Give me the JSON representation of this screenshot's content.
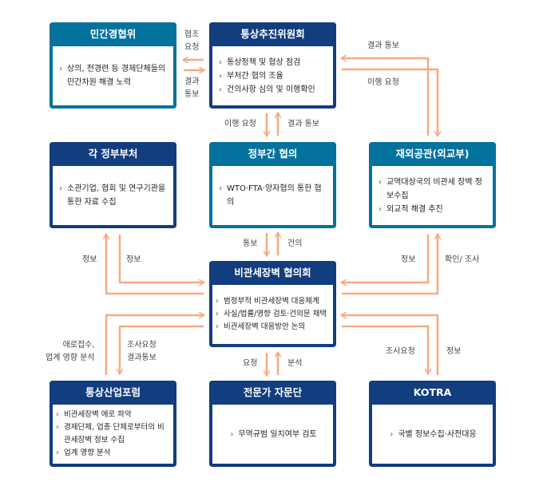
{
  "colors": {
    "teal": "#03729c",
    "navy": "#123d7e",
    "arrow": "#f7a982"
  },
  "boxes": {
    "private": {
      "title": "민간경협위",
      "items": [
        "상의, 전경련 등 경제단체들의 민간차원 해결 노력"
      ]
    },
    "trade_committee": {
      "title": "통상추진위원회",
      "items": [
        "통상정책 및 협상 점검",
        "부처간 협의 조율",
        "건의사항 심의 및 이행확인"
      ]
    },
    "ministries": {
      "title": "각 정부부처",
      "items": [
        "소관기업, 협회 및 연구기관을 통한 자료 수집"
      ]
    },
    "intergov": {
      "title": "정부간 협의",
      "items": [
        "WTO·FTA·양자협의 통한 협의"
      ]
    },
    "embassy": {
      "title": "재외공관(외교부)",
      "items": [
        "교역대상국의 비관세 장벽 정보수집",
        "외교적 해결 추진"
      ]
    },
    "ntb_council": {
      "title": "비관세장벽 협의회",
      "items": [
        "범정부적 비관세장벽 대응체계",
        "사실/법률/영향 검토·건의문 채택",
        "비관세장벽 대응방안 논의"
      ]
    },
    "forum": {
      "title": "통상산업포럼",
      "items": [
        "비관세장벽 애로 파악",
        "경제단체, 업종 단체로부터의 비관세장벽 정보 수집",
        "업계 영향 분석"
      ]
    },
    "experts": {
      "title": "전문가 자문단",
      "items": [
        "무역규범 일치여부 검토"
      ]
    },
    "kotra": {
      "title": "KOTRA",
      "items": [
        "국별 정보수집·사전대응"
      ]
    }
  },
  "labels": {
    "coop_request": "협조\n요청",
    "result_notice_l": "결과\n통보",
    "result_notice_tr": "결과 통보",
    "impl_request_tr": "이행 요청",
    "impl_request_c": "이행 요청",
    "result_notice_c": "결과 통보",
    "notice": "통보",
    "proposal": "건의",
    "info_l1": "정보",
    "info_l2": "정보",
    "info_r1": "정보",
    "confirm_survey": "확인/ 조사",
    "complaint": "애로접수,\n업계 영향 분석",
    "survey_result": "조사요청\n결과통보",
    "request": "요청",
    "analysis": "분석",
    "survey_request_r": "조사요청",
    "info_r2": "정보"
  }
}
